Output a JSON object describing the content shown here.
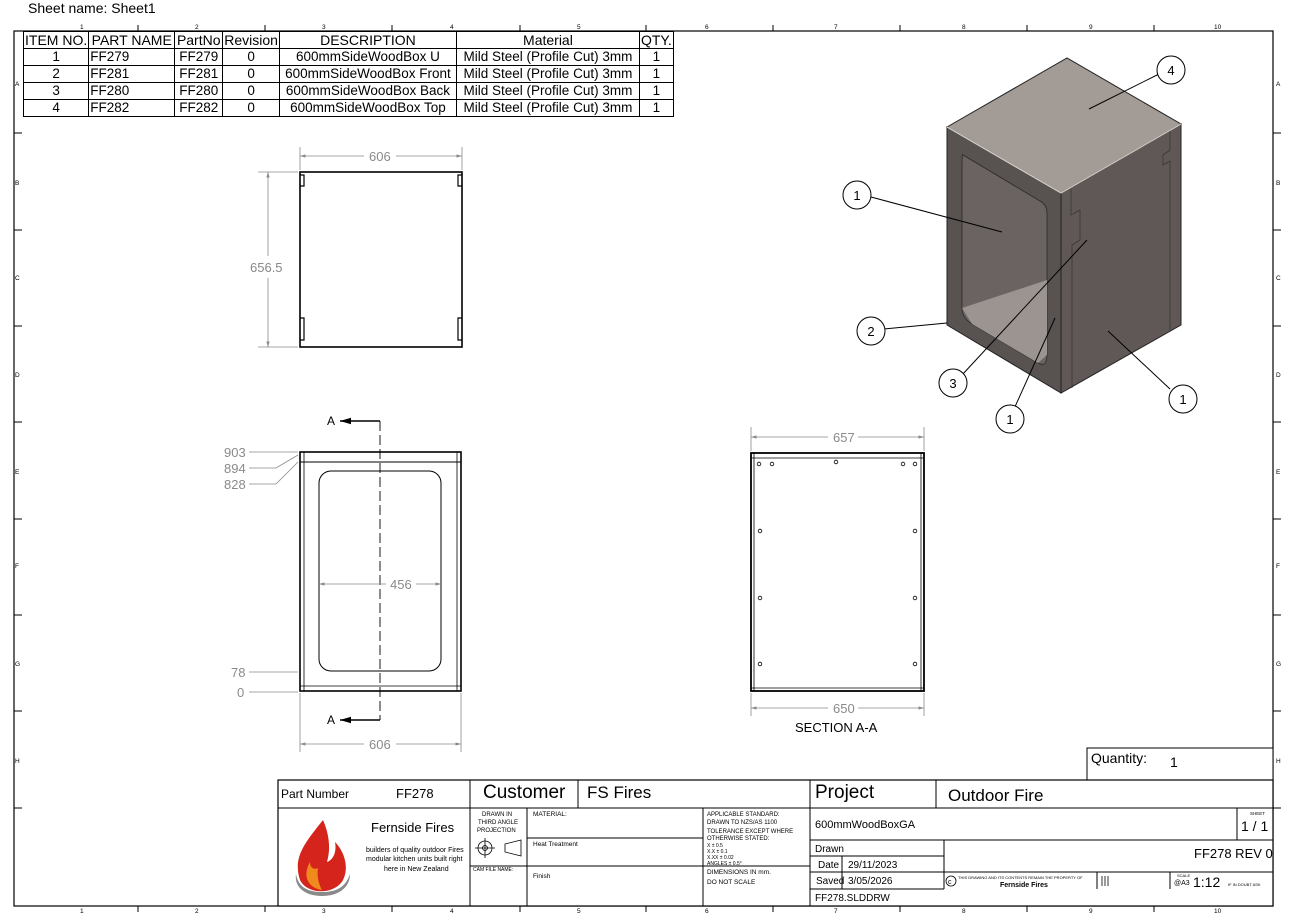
{
  "sheet_name": "Sheet name: Sheet1",
  "zone_columns": [
    "1",
    "2",
    "3",
    "4",
    "5",
    "6",
    "7",
    "8",
    "9",
    "10"
  ],
  "zone_rows": [
    "A",
    "B",
    "C",
    "D",
    "E",
    "F",
    "G",
    "H"
  ],
  "bom": {
    "headers": [
      "ITEM NO.",
      "PART NAME",
      "PartNo",
      "Revision",
      "DESCRIPTION",
      "Material",
      "QTY."
    ],
    "rows": [
      [
        "1",
        "FF279",
        "FF279",
        "0",
        "600mmSideWoodBox U",
        "Mild Steel (Profile Cut) 3mm",
        "1"
      ],
      [
        "2",
        "FF281",
        "FF281",
        "0",
        "600mmSideWoodBox Front",
        "Mild Steel (Profile Cut) 3mm",
        "1"
      ],
      [
        "3",
        "FF280",
        "FF280",
        "0",
        "600mmSideWoodBox Back",
        "Mild Steel (Profile Cut) 3mm",
        "1"
      ],
      [
        "4",
        "FF282",
        "FF282",
        "0",
        "600mmSideWoodBox Top",
        "Mild Steel (Profile Cut) 3mm",
        "1"
      ]
    ]
  },
  "top_view": {
    "width_dim": "606",
    "height_dim": "656.5"
  },
  "front_view": {
    "dims_left": [
      "903",
      "894",
      "828",
      "78",
      "0"
    ],
    "inner_width": "456",
    "bottom_width": "606",
    "section_marker": "A"
  },
  "section_view": {
    "top_dim": "657",
    "bottom_dim": "650",
    "label": "SECTION A-A"
  },
  "balloons": [
    "4",
    "1",
    "2",
    "3",
    "1",
    "1"
  ],
  "quantity": {
    "label": "Quantity:",
    "value": "1"
  },
  "title_block": {
    "part_number_label": "Part Number",
    "part_number": "FF278",
    "customer_label": "Customer",
    "customer": "FS Fires",
    "project_label": "Project",
    "project": "Outdoor Fire",
    "company": "Fernside Fires",
    "tagline": [
      "builders of quality outdoor Fires",
      "modular kitchen units built right",
      "here in New Zealand"
    ],
    "projection": [
      "DRAWN IN",
      "THIRD ANGLE",
      "PROJECTION"
    ],
    "material_label": "MATERIAL:",
    "heat_treatment_label": "Heat Treatment",
    "cam_file_label": "CAM FILE NAME:",
    "finish_label": "Finish",
    "standard": [
      "APPLICABLE STANDARD:",
      "DRAWN TO NZS/AS 1100"
    ],
    "tolerance": [
      "TOLERANCE EXCEPT WHERE",
      "OTHERWISE STATED:",
      "X    ± 0.5",
      "X.X  ± 0.1",
      "X.XX ± 0.02",
      "ANGLES ± 0.5°"
    ],
    "dims_note": [
      "DIMENSIONS IN mm.",
      "DO NOT SCALE"
    ],
    "drawing_name": "600mmWoodBoxGA",
    "sheet_label": "SHEET",
    "sheet": "1 / 1",
    "drawn_label": "Drawn",
    "date_label": "Date",
    "date": "29/11/2023",
    "saved_label": "Saved",
    "saved": "3/05/2026",
    "doc_number": "FF278 REV 0",
    "file_name": "FF278.SLDDRW",
    "copyright": "THIS DRAWING AND ITS CONTENTS REMAIN THE PROPERTY OF",
    "copyright_owner": "Fernside Fires",
    "scale_label": "SCALE",
    "paper": "@A3",
    "scale": "1:12",
    "if_in_doubt": "IF IN DOUBT ASK"
  },
  "colors": {
    "dimension": "#8a8a8a",
    "steel_dark": "#5d5652",
    "steel_light": "#a09a95",
    "flame_red": "#d4241c"
  }
}
